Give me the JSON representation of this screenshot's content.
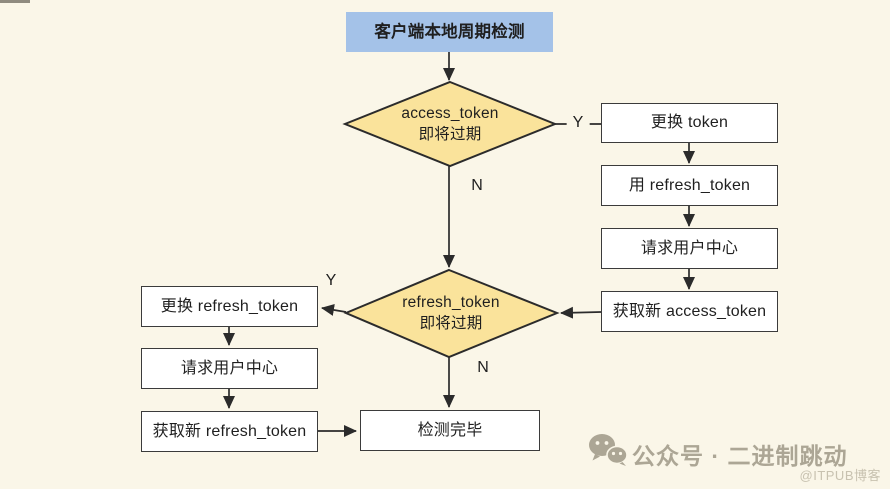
{
  "header": {
    "label": "客户端本地周期检测"
  },
  "decisions": {
    "d1": {
      "line1": "access_token",
      "line2": "即将过期"
    },
    "d2": {
      "line1": "refresh_token",
      "line2": "即将过期"
    }
  },
  "right_column": [
    {
      "label": "更换 token"
    },
    {
      "label": "用 refresh_token"
    },
    {
      "label": "请求用户中心"
    },
    {
      "label": "获取新 access_token"
    }
  ],
  "left_column": [
    {
      "label": "更换 refresh_token"
    },
    {
      "label": "请求用户中心"
    },
    {
      "label": "获取新 refresh_token"
    }
  ],
  "end_node": {
    "label": "检测完毕"
  },
  "edge_labels": {
    "d1_yes": "Y",
    "d1_no": "N",
    "d2_yes": "Y",
    "d2_no": "N"
  },
  "watermark": {
    "account": "公众号 · 二进制跳动",
    "credit": "@ITPUB博客",
    "icon": "wechat-icon"
  },
  "colors": {
    "bg": "#FAF6E8",
    "box_fill": "#FFFFFF",
    "box_border": "#3B3B3B",
    "line": "#2B2B2B",
    "diamond_fill": "#FAE39B",
    "header_fill": "#A4C2E8",
    "text": "#1F1F1F",
    "watermark": "#ACA695",
    "watermark_sub": "#C8C2B0"
  }
}
